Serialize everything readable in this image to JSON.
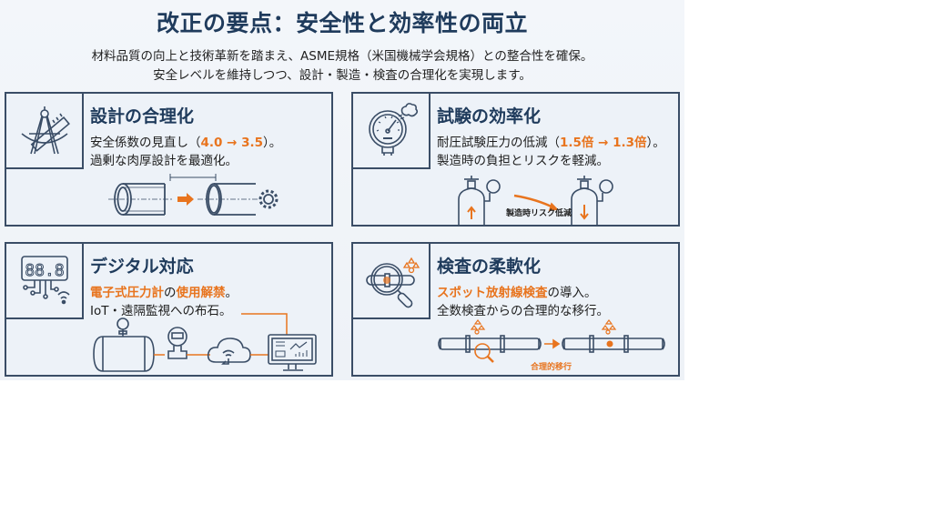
{
  "header": {
    "title": "改正の要点：安全性と効率性の両立",
    "subtitle_line1": "材料品質の向上と技術革新を踏まえ、ASME規格（米国機械学会規格）との整合性を確保。",
    "subtitle_line2": "安全レベルを維持しつつ、設計・製造・検査の合理化を実現します。"
  },
  "colors": {
    "navy": "#1f3b5c",
    "border": "#3a4d66",
    "accent": "#e8741e",
    "panel_bg": "#edf2f8"
  },
  "panels": [
    {
      "id": "design",
      "icon": "compass-ruler-icon",
      "title": "設計の合理化",
      "line1_pre": "安全係数の見直し（",
      "line1_hl": "4.0 → 3.5",
      "line1_post": "）。",
      "line2": "過剰な肉厚設計を最適化。",
      "illustration": "thick-pipe-to-thin-pipe"
    },
    {
      "id": "testing",
      "icon": "pressure-gauge-icon",
      "title": "試験の効率化",
      "line1_pre": "耐圧試験圧力の低減（",
      "line1_hl": "1.5倍 → 1.3倍",
      "line1_post": "）。",
      "line2": "製造時の負担とリスクを軽減。",
      "illustration_caption": "製造時リスク低減"
    },
    {
      "id": "digital",
      "icon": "digital-display-icon",
      "title": "デジタル対応",
      "line1_hl1": "電子式圧力計",
      "line1_mid": "の",
      "line1_hl2": "使用解禁",
      "line1_post": "。",
      "line2": "IoT・遠隔監視への布石。",
      "display_digits": "88.8"
    },
    {
      "id": "inspection",
      "icon": "magnifier-pipe-icon",
      "title": "検査の柔軟化",
      "line1_hl": "スポット放射線検査",
      "line1_post": "の導入。",
      "line2": "全数検査からの合理的な移行。",
      "illustration_caption": "合理的移行"
    }
  ]
}
